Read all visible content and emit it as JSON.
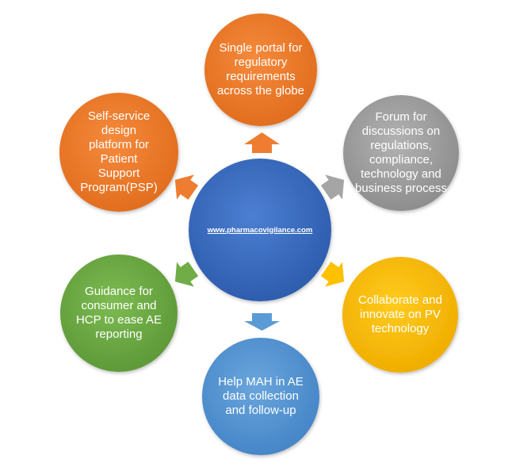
{
  "center": {
    "label": "www.pharmacovigilance.com",
    "color": "#3F72C4"
  },
  "nodes": [
    {
      "id": "regulatory-portal",
      "label": "Single portal for regulatory requirements across the globe",
      "color": "#EE7D31"
    },
    {
      "id": "forum",
      "label": "Forum for discussions on regulations, compliance, technology and business process",
      "color": "#A5A5A5"
    },
    {
      "id": "collaborate",
      "label": "Collaborate and innovate on PV technology",
      "color": "#FFC000"
    },
    {
      "id": "help-mah",
      "label": "Help MAH in AE data collection and follow-up",
      "color": "#5B9BD5"
    },
    {
      "id": "guidance",
      "label": "Guidance for consumer and HCP to ease AE reporting",
      "color": "#70AD47"
    },
    {
      "id": "self-service",
      "label": "Self-service design platform for Patient Support Program(PSP)",
      "color": "#EE7D31"
    }
  ]
}
